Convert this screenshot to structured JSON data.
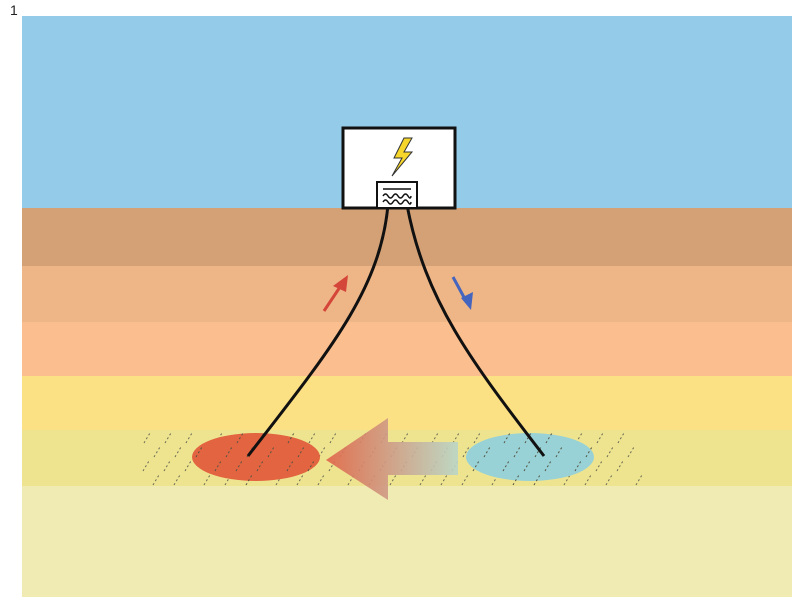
{
  "figure": {
    "corner_mark": "1",
    "layers": [
      {
        "name": "sky",
        "color": "#93CBE8"
      },
      {
        "name": "topsoil",
        "color": "#D4A176"
      },
      {
        "name": "upper-rock",
        "color": "#EEB587"
      },
      {
        "name": "middle-rock",
        "color": "#FABE8F"
      },
      {
        "name": "yellow-band",
        "color": "#FBE183"
      },
      {
        "name": "reservoir-layer",
        "color": "#EEE48F"
      },
      {
        "name": "lower-bedrock",
        "color": "#EFEBB3"
      }
    ],
    "power_plant": {
      "icon": "lightning-bolt-icon",
      "exchanger_icon": "heat-exchanger-icon"
    },
    "flows": {
      "production_arrow_color": "#D5463A",
      "injection_arrow_color": "#4464BE",
      "underground_flow_color": "#E0644A"
    },
    "zones": {
      "hot_zone_color": "#E36440",
      "cold_zone_color": "#98D2D6"
    }
  }
}
